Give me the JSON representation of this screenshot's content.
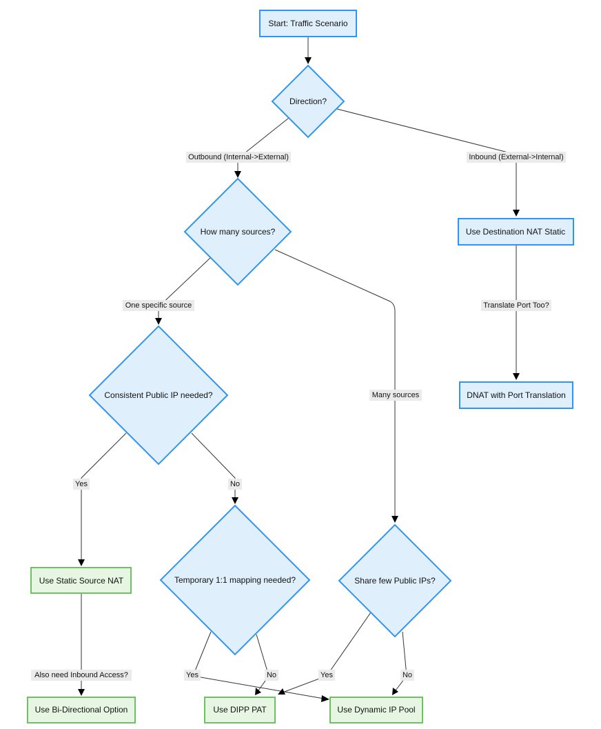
{
  "diagram": {
    "nodes": {
      "start": {
        "label": "Start: Traffic Scenario",
        "shape": "rect"
      },
      "direction": {
        "label": "Direction?",
        "shape": "diamond"
      },
      "sources": {
        "label": "How many sources?",
        "shape": "diamond"
      },
      "dnat_static": {
        "label": "Use Destination NAT Static",
        "shape": "rect"
      },
      "consistent_ip": {
        "label": "Consistent Public IP needed?",
        "shape": "diamond"
      },
      "dnat_port": {
        "label": "DNAT with Port Translation",
        "shape": "rect"
      },
      "temp_mapping": {
        "label": "Temporary 1:1 mapping needed?",
        "shape": "diamond"
      },
      "share_ips": {
        "label": "Share few Public IPs?",
        "shape": "diamond"
      },
      "static_snat": {
        "label": "Use Static Source NAT",
        "shape": "rect"
      },
      "bidirectional": {
        "label": "Use Bi-Directional Option",
        "shape": "rect"
      },
      "dipp_pat": {
        "label": "Use DIPP PAT",
        "shape": "rect"
      },
      "dynamic_pool": {
        "label": "Use Dynamic IP Pool",
        "shape": "rect"
      }
    },
    "edge_labels": {
      "outbound": "Outbound (Internal->External)",
      "inbound": "Inbound (External->Internal)",
      "one_source": "One specific source",
      "many_sources": "Many sources",
      "translate_port": "Translate Port Too?",
      "consistent_yes": "Yes",
      "consistent_no": "No",
      "inbound_access": "Also need Inbound Access?",
      "temp_yes": "Yes",
      "temp_no": "No",
      "share_yes": "Yes",
      "share_no": "No"
    },
    "colors": {
      "decision_fill": "#dfeffc",
      "decision_stroke": "#2f95f0",
      "terminal_fill": "#e6f6e2",
      "terminal_stroke": "#6cc25f",
      "edge": "#333333"
    }
  }
}
